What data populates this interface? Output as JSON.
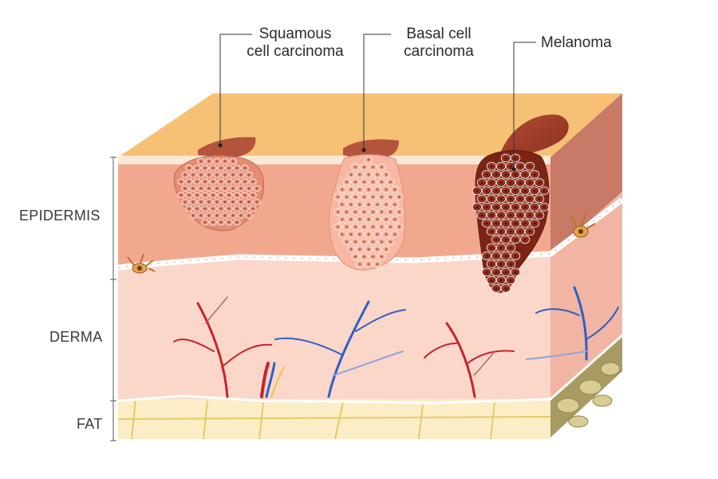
{
  "callouts": {
    "squamous": {
      "line1": "Squamous",
      "line2": "cell carcinoma"
    },
    "basal": {
      "line1": "Basal cell",
      "line2": "carcinoma"
    },
    "melanoma": {
      "label": "Melanoma"
    }
  },
  "layers": {
    "epidermis": "EPIDERMIS",
    "derma": "DERMA",
    "fat": "FAT"
  },
  "colors": {
    "surface": "#f6c174",
    "epidermis": "#f2a88f",
    "derma": "#fbd7ca",
    "fat": "#fbeec6",
    "melanoma": "#8a2a1a",
    "artery": "#c8232c",
    "vein": "#2f5fc6"
  }
}
